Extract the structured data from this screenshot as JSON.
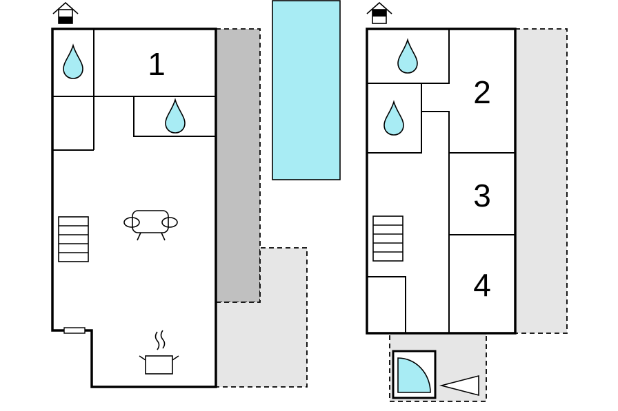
{
  "rooms": {
    "bedroom_1": "1",
    "bedroom_2": "2",
    "bedroom_3": "3",
    "bedroom_4": "4"
  },
  "colors": {
    "water": "#a8ecf4",
    "terrace": "#e6e6e6",
    "covered_terrace": "#c0c0c0",
    "pool": "#a8ecf4",
    "wall": "#000000"
  },
  "icons": [
    "house-entrance-icon",
    "water-drop-icon",
    "stairs-icon",
    "sofa-icon",
    "cooking-pot-icon",
    "shower-icon",
    "triangle-marker-icon"
  ]
}
